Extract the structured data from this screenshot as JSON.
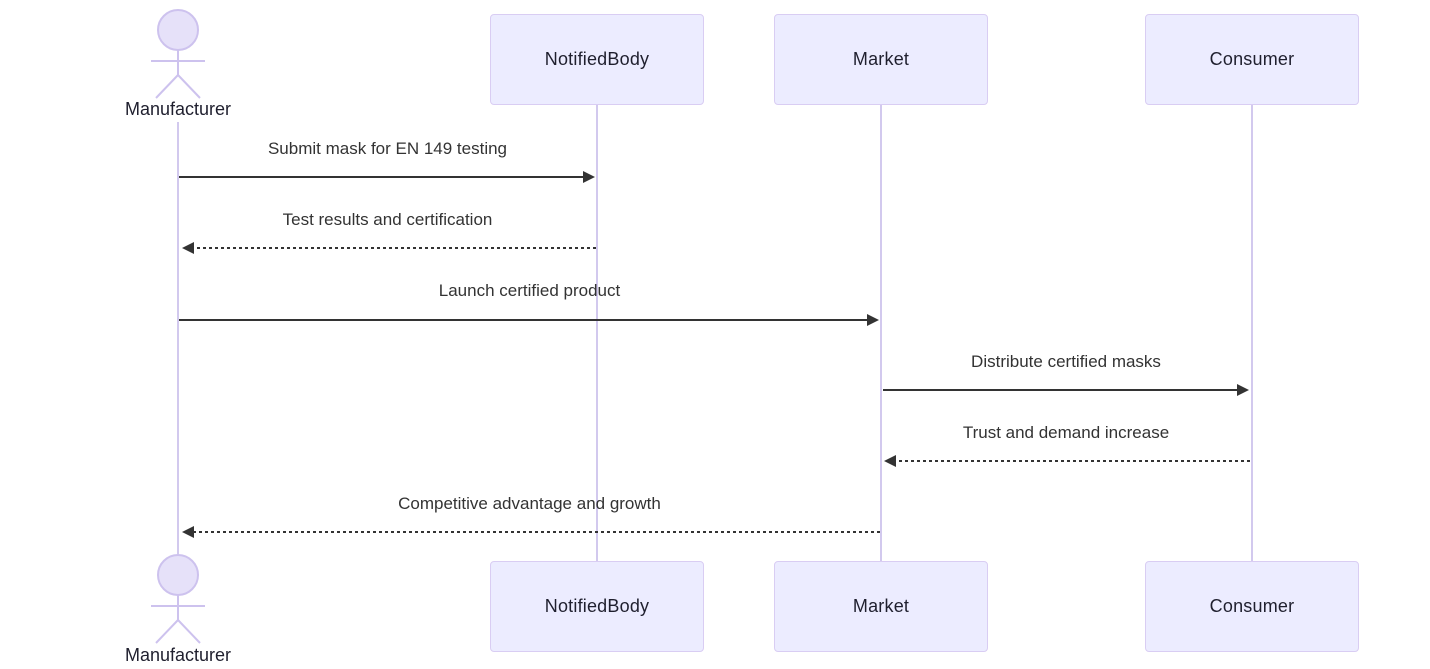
{
  "diagram": {
    "kind": "sequence-diagram",
    "actors": [
      {
        "name": "Manufacturer",
        "type": "actor"
      },
      {
        "name": "NotifiedBody",
        "type": "participant"
      },
      {
        "name": "Market",
        "type": "participant"
      },
      {
        "name": "Consumer",
        "type": "participant"
      }
    ],
    "messages": [
      {
        "from": "Manufacturer",
        "to": "NotifiedBody",
        "text": "Submit mask for EN 149 testing",
        "line_style": "solid"
      },
      {
        "from": "NotifiedBody",
        "to": "Manufacturer",
        "text": "Test results and certification",
        "line_style": "dashed"
      },
      {
        "from": "Manufacturer",
        "to": "Market",
        "text": "Launch certified product",
        "line_style": "solid"
      },
      {
        "from": "Market",
        "to": "Consumer",
        "text": "Distribute certified masks",
        "line_style": "solid"
      },
      {
        "from": "Consumer",
        "to": "Market",
        "text": "Trust and demand increase",
        "line_style": "dashed"
      },
      {
        "from": "Market",
        "to": "Manufacturer",
        "text": "Competitive advantage and growth",
        "line_style": "dashed"
      }
    ],
    "colors": {
      "background": "#FFFFFF",
      "participant_fill": "#ECECFF",
      "participant_border": "#D9CDF3",
      "lifeline": "#D2C9EE",
      "actor_stroke": "#CDC2EE",
      "actor_head_fill": "#E6E1F9",
      "arrow": "#333333",
      "message_text": "#333333",
      "label_text": "#1F1F2E"
    }
  }
}
